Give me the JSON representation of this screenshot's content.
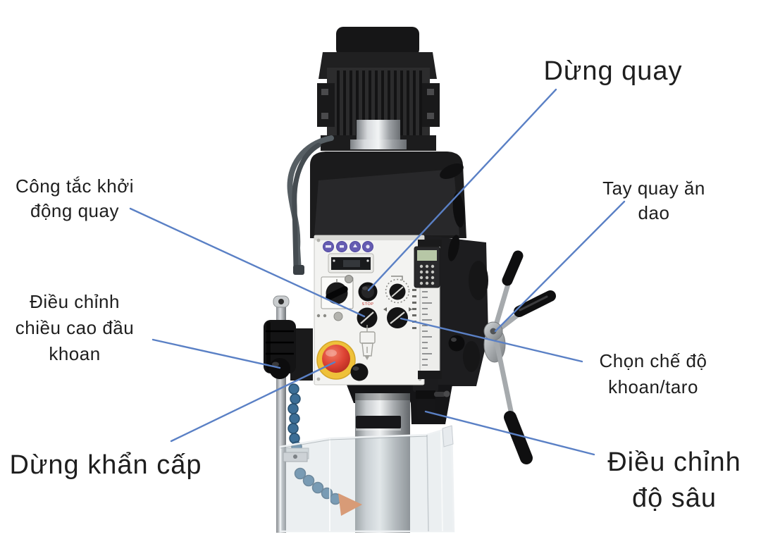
{
  "diagram": {
    "type": "annotated-machine-diagram",
    "subject": "drill-press-head-with-part-callouts",
    "leader_line_color": "#5a80c5",
    "label_text_color": "#1e1e1e",
    "labels": [
      {
        "id": "dung-quay",
        "text": "Dừng quay",
        "size": "large",
        "target": "spindle-stop-button"
      },
      {
        "id": "cong-tac-khoi-dong-quay",
        "text": "Công tắc khởi\nđộng quay",
        "size": "small",
        "target": "spindle-start-switch"
      },
      {
        "id": "tay-quay-an-dao",
        "text": "Tay quay ăn\ndao",
        "size": "small",
        "target": "feed-handwheel"
      },
      {
        "id": "dieu-chinh-chieu-cao-dau-khoan",
        "text": "Điều chỉnh\nchiều cao đầu\nkhoan",
        "size": "small",
        "target": "head-height-clamp"
      },
      {
        "id": "chon-che-do-khoan-taro",
        "text": "Chọn chế độ\nkhoan/taro",
        "size": "small",
        "target": "mode-selector-knob"
      },
      {
        "id": "dung-khan-cap",
        "text": "Dừng khẩn cấp",
        "size": "large",
        "target": "emergency-stop-button"
      },
      {
        "id": "dieu-chinh-do-sau",
        "text": "Điều chỉnh\nđộ sâu",
        "size": "large",
        "target": "depth-stop"
      }
    ],
    "machine": {
      "panel_stop_label": "STOP",
      "colors": {
        "body_black": "#1d1d1e",
        "panel_white": "#f3f3f1",
        "emergency_red": "#d4352a",
        "emergency_ring_yellow": "#efc13a",
        "indicator_purple": "#655cb2",
        "coolant_blue": "#3c6e96",
        "nozzle_orange": "#df6f2d",
        "dro_screen_green": "#b7c7a6",
        "chrome": "#c7cbce"
      }
    }
  }
}
